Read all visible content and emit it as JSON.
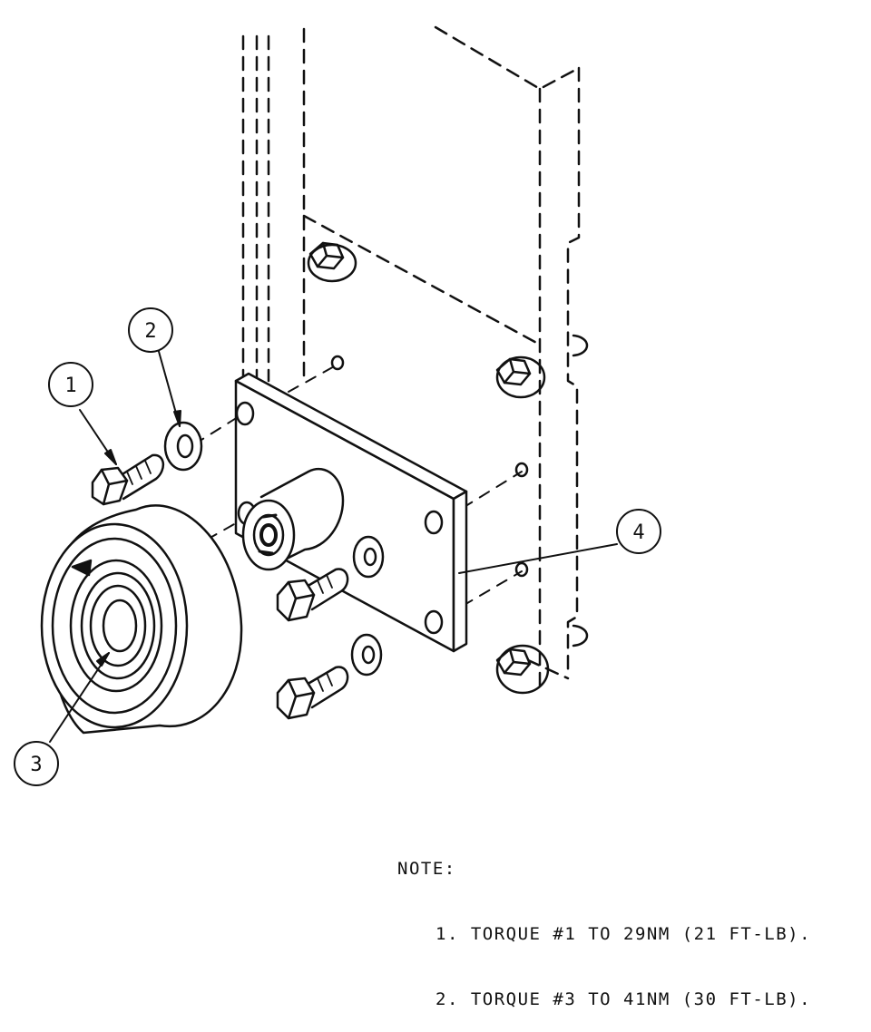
{
  "callouts": {
    "c1": "1",
    "c2": "2",
    "c3": "3",
    "c4": "4"
  },
  "note": {
    "heading": "NOTE:",
    "items": [
      "1. TORQUE #1 TO 29NM (21 FT-LB).",
      "2. TORQUE #3 TO 41NM (30 FT-LB)."
    ]
  }
}
